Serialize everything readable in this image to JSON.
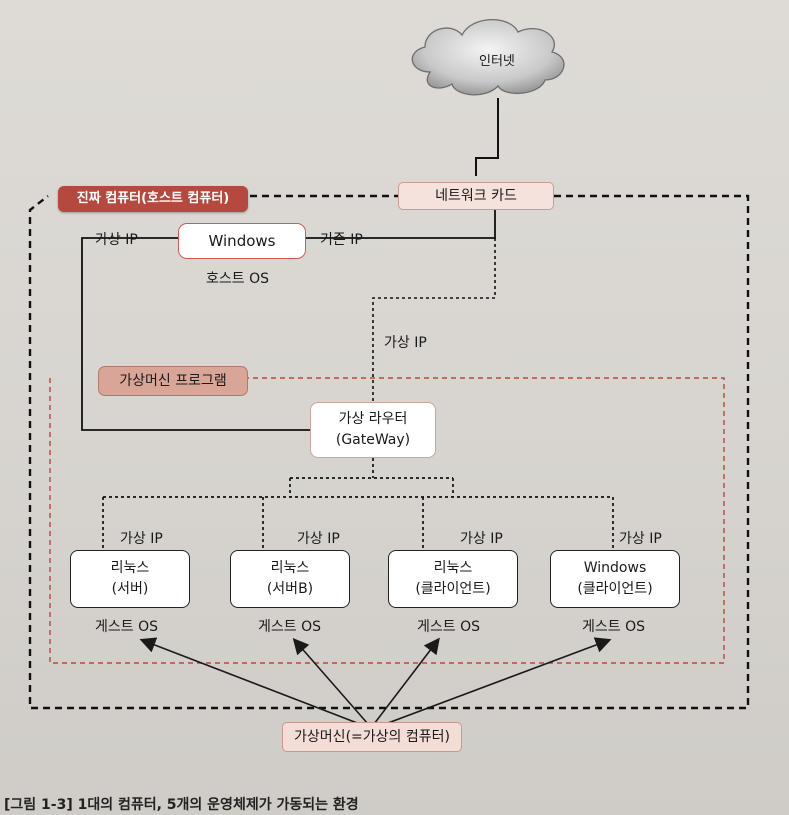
{
  "diagram": {
    "internet": "인터넷",
    "host_computer": "진짜 컴퓨터(호스트 컴퓨터)",
    "network_card": "네트워크 카드",
    "virtual_ip_left": "가상 IP",
    "existing_ip": "기존 IP",
    "windows_host": "Windows",
    "host_os": "호스트 OS",
    "virtual_ip_router": "가상 IP",
    "vm_program": "가상머신 프로그램",
    "router_line1": "가상 라우터",
    "router_line2": "(GateWay)",
    "guests": [
      {
        "line1": "리눅스",
        "line2": "(서버)",
        "ip": "가상 IP",
        "os": "게스트 OS"
      },
      {
        "line1": "리눅스",
        "line2": "(서버B)",
        "ip": "가상 IP",
        "os": "게스트 OS"
      },
      {
        "line1": "리눅스",
        "line2": "(클라이언트)",
        "ip": "가상 IP",
        "os": "게스트 OS"
      },
      {
        "line1": "Windows",
        "line2": "(클라이언트)",
        "ip": "가상 IP",
        "os": "게스트 OS"
      }
    ],
    "virtual_machine": "가상머신(=가상의 컴퓨터)"
  },
  "caption": "[그림 1-3] 1대의 컴퓨터, 5개의 운영체제가 가동되는 환경"
}
